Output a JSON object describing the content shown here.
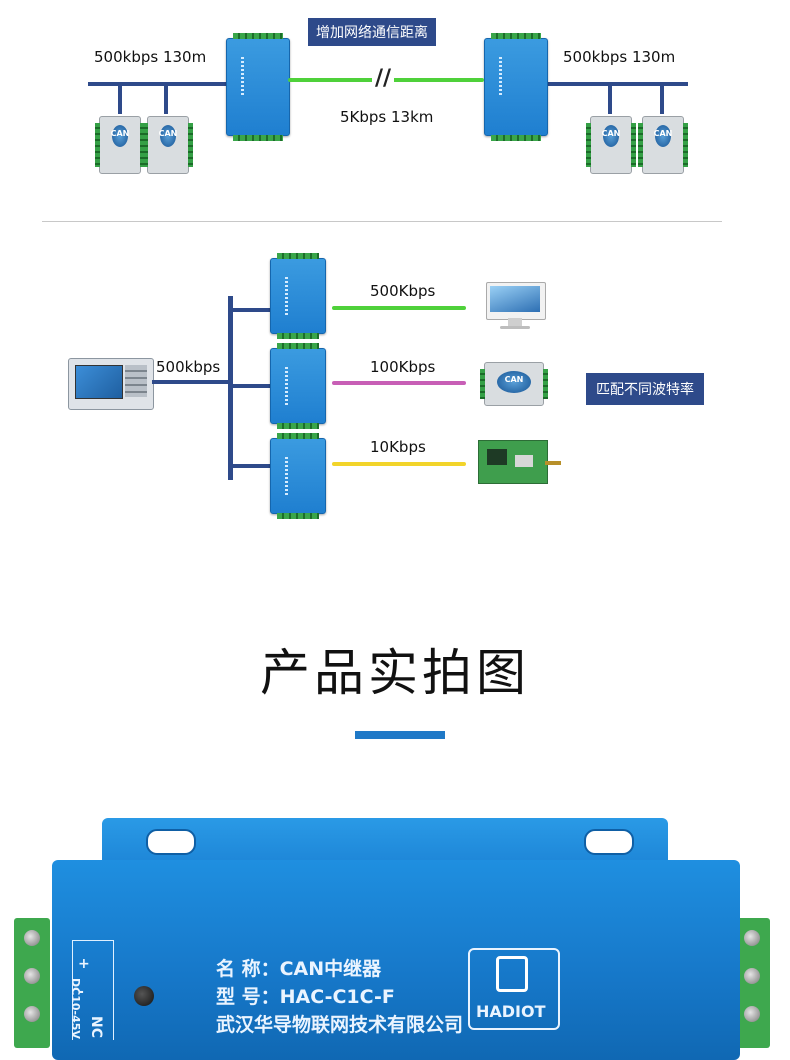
{
  "section1": {
    "badge": "增加网络通信距离",
    "left_speed": "500kbps 130m",
    "right_speed": "500kbps 130m",
    "link_speed": "5Kbps 13km"
  },
  "section2": {
    "host_speed": "500kbps",
    "links": [
      {
        "label": "500Kbps",
        "color": "#4fd13a"
      },
      {
        "label": "100Kbps",
        "color": "#c85fb6"
      },
      {
        "label": "10Kbps",
        "color": "#f2d42a"
      }
    ],
    "badge": "匹配不同波特率"
  },
  "section3": {
    "title": "产品实拍图"
  },
  "product": {
    "name_line": "名 称：CAN中继器",
    "model_line": "型 号：HAC-C1C-F",
    "company_line": "武汉华导物联网技术有限公司",
    "power_label": "DC10-45V",
    "plus": "+",
    "minus": "-",
    "nc": "NC",
    "brand": "HADIOT",
    "module_text": "CAN"
  },
  "colors": {
    "bus_blue": "#2e4a8a",
    "accent_blue": "#2079c7",
    "green_link": "#4fd13a"
  }
}
